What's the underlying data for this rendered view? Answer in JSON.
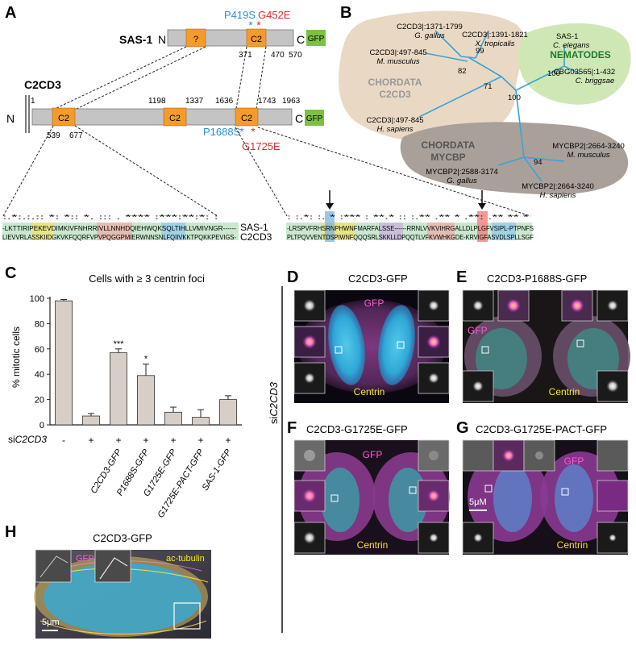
{
  "panels": {
    "A": "A",
    "B": "B",
    "C": "C",
    "D": "D",
    "E": "E",
    "F": "F",
    "G": "G",
    "H": "H"
  },
  "domainA": {
    "sas1": {
      "name": "SAS-1",
      "n": "N",
      "c": "C",
      "gfp": "GFP",
      "q": "?",
      "c2": "C2",
      "mut1": "P419S",
      "mut2": "G452E",
      "n371": "371",
      "n470": "470",
      "n570": "570",
      "star": "*"
    },
    "c2cd3": {
      "name": "C2CD3",
      "n": "N",
      "c": "C",
      "gfp": "GFP",
      "c2": "C2",
      "n1": "1",
      "n539": "539",
      "n677": "677",
      "n1198": "1198",
      "n1337": "1337",
      "n1636": "1636",
      "n1743": "1743",
      "n1963": "1963",
      "mut1": "P1688S",
      "mut2": "G1725E",
      "star": "*"
    },
    "alignment": {
      "left_cons": ":.*:.:.:: *: *:: *. ::: . **** :***:**:*: :",
      "left_sas1": "-LKTTIRIPEKEVDIMKIVFNHRRIVLLNNHDQIEHWQKSQLTIHLLVMIVNGR------",
      "left_c2cd3": "LIEVVRLASSKIIDGKVKFQQRFVPVPQGGPMIERWNNSNLFQIIVKKTPQKKPEVIGS-",
      "right_cons": ": :.*: :. * :*** : **.* :: :.** .** * .**: .** ** *",
      "right_sas1": "-LRSPVFRHSRNPHWNFMARFALSSE------RRNLVVKVIHRGALLDLPLGFVSIPL-PTPNFS",
      "right_c2cd3": "PLTPQVVENTDSPIWNFQQQSRLSKKLLDPQQTLVFKVWHKGDE-KRVIGFASVDLSPLLSGF",
      "lab_sas1": "SAS-1",
      "lab_c2cd3": "C2CD3"
    }
  },
  "treeB": {
    "chordata_c2cd3_l1": "CHORDATA",
    "chordata_c2cd3_l2": "C2CD3",
    "nematodes": "NEMATODES",
    "chordata_mycbp_l1": "CHORDATA",
    "chordata_mycbp_l2": "MYCBP",
    "leaves": [
      {
        "id": "C2CD3|:1371-1799",
        "species": "G. gallus"
      },
      {
        "id": "C2CD3|:1391-1821",
        "species": "X. tropicalis"
      },
      {
        "id": "C2CD3|:497-845",
        "species": "M. musculus"
      },
      {
        "id": "C2CD3|:497-845",
        "species": "H. sapiens"
      },
      {
        "id": "SAS-1",
        "species": "C. elegans"
      },
      {
        "id": "CBG03565|:1-432",
        "species": "C. briggsae"
      },
      {
        "id": "MYCBP2|:2664-3240",
        "species": "M. musculus"
      },
      {
        "id": "MYCBP2|:2588-3174",
        "species": "G. gallus"
      },
      {
        "id": "MYCBP2|:2664-3240",
        "species": "H. sapiens"
      }
    ],
    "bootstraps": [
      "82",
      "99",
      "71",
      "100",
      "100",
      "94"
    ]
  },
  "chart_data": {
    "type": "bar",
    "title": "Cells with ≥ 3 centrin foci",
    "ylabel": "% mitotic cells",
    "xlabel_row_label": "siC2CD3",
    "ylim": [
      0,
      100
    ],
    "yticks": [
      0,
      20,
      40,
      60,
      80,
      100
    ],
    "categories": [
      "",
      "",
      "C2CD3-GFP",
      "P1688S-GFP",
      "G1725E-GFP",
      "G1725E-PACT-GFP",
      "SAS-1-GFP"
    ],
    "sirna": [
      "-",
      "+",
      "+",
      "+",
      "+",
      "+",
      "+"
    ],
    "values": [
      98,
      7,
      57,
      39,
      10,
      6,
      20
    ],
    "errors": [
      1,
      2,
      3,
      9,
      4,
      6,
      3
    ],
    "significance": [
      "",
      "",
      "***",
      "*",
      "",
      "",
      ""
    ],
    "bar_color": "#d7cfc7"
  },
  "micro": {
    "side_label": "siC2CD3",
    "D_title": "C2CD3-GFP",
    "E_title": "C2CD3-P1688S-GFP",
    "F_title": "C2CD3-G1725E-GFP",
    "G_title": "C2CD3-G1725E-PACT-GFP",
    "H_title": "C2CD3-GFP",
    "gfp": "GFP",
    "centrin": "Centrin",
    "actub": "ac-tubulin",
    "scale_G": "5μM",
    "scale_H": "5μm"
  }
}
